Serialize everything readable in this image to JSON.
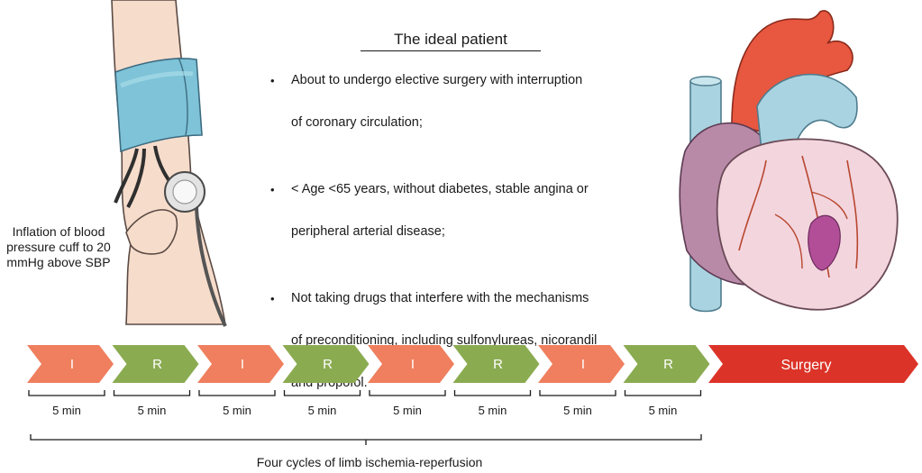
{
  "title": "The ideal patient",
  "criteria": [
    {
      "lines": [
        "About to undergo elective surgery with interruption",
        "of coronary circulation;"
      ]
    },
    {
      "lines": [
        "< Age <65 years, without diabetes, stable angina or",
        "peripheral arterial disease;"
      ]
    },
    {
      "lines": [
        "Not taking drugs that interfere with the mechanisms",
        "of preconditioning, including sulfonylureas, nicorandil",
        "and propofol."
      ]
    }
  ],
  "arm_label": "Inflation of blood pressure cuff to 20 mmHg above SBP",
  "protocol": {
    "steps": [
      {
        "label": "I",
        "duration": "5 min",
        "kind": "ischemia"
      },
      {
        "label": "R",
        "duration": "5 min",
        "kind": "reperfusion"
      },
      {
        "label": "I",
        "duration": "5 min",
        "kind": "ischemia"
      },
      {
        "label": "R",
        "duration": "5 min",
        "kind": "reperfusion"
      },
      {
        "label": "I",
        "duration": "5 min",
        "kind": "ischemia"
      },
      {
        "label": "R",
        "duration": "5 min",
        "kind": "reperfusion"
      },
      {
        "label": "I",
        "duration": "5 min",
        "kind": "ischemia"
      },
      {
        "label": "R",
        "duration": "5 min",
        "kind": "reperfusion"
      }
    ],
    "final_step": "Surgery",
    "summary": "Four cycles of limb ischemia-reperfusion"
  },
  "colors": {
    "ischemia": "#ef7f5e",
    "reperfusion": "#8bab51",
    "surgery": "#dc3328",
    "cuff": "#7ec3d8",
    "heart_aorta": "#e8573f",
    "heart_vessels": "#a9d3e0",
    "heart_body": "#f3d5de",
    "heart_atrium": "#b88aa8",
    "infarct": "#b24e98"
  },
  "icons": {
    "arm": "arm-with-cuff-illustration",
    "heart": "heart-illustration"
  }
}
